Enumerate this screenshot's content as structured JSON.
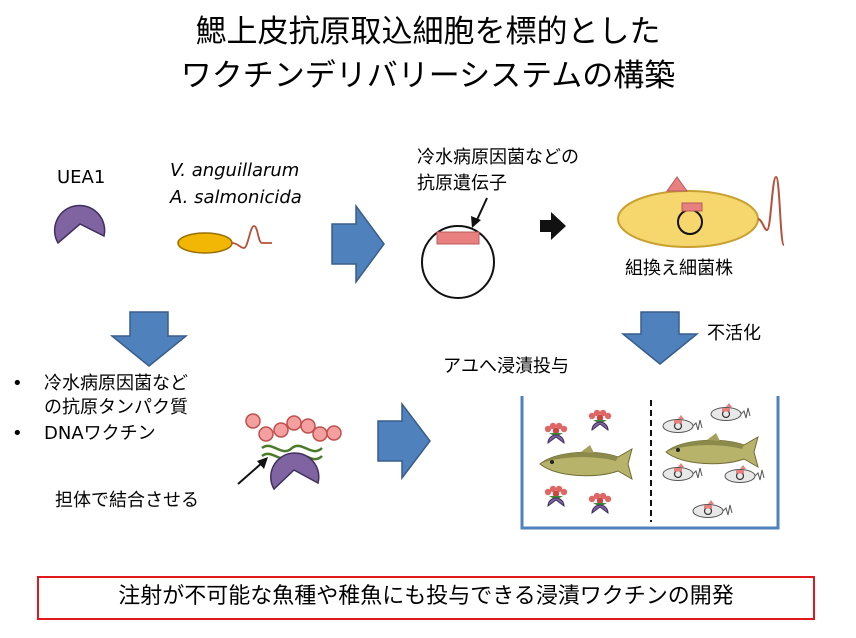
{
  "title": {
    "line1": "鰓上皮抗原取込細胞を標的とした",
    "line2": "ワクチンデリバリーシステムの構築"
  },
  "labels": {
    "uea1": "UEA1",
    "v_anguillarum": "V. anguillarum",
    "a_salmonicida": "A. salmonicida",
    "antigen_gene_line1": "冷水病原因菌などの",
    "antigen_gene_line2": "抗原遺伝子",
    "recombinant_strain": "組換え細菌株",
    "inactivation": "不活化",
    "immersion_to_ayu": "アユへ浸漬投与",
    "bind_to_carrier": "担体で結合させる"
  },
  "bullets": {
    "item1_line1": "冷水病原因菌など",
    "item1_line2": "の抗原タンパク質",
    "item2": "DNAワクチン"
  },
  "conclusion": "注射が不可能な魚種や稚魚にも投与できる浸漬ワクチンの開発",
  "colors": {
    "arrow_blue": "#4f81bd",
    "lectin_purple": "#8064a2",
    "bacterium_orange": "#f2b705",
    "cell_yellow": "#f5d76e",
    "gene_pink": "#e88080",
    "antigen_red": "#c0504d",
    "conclusion_border": "#e0191d"
  }
}
